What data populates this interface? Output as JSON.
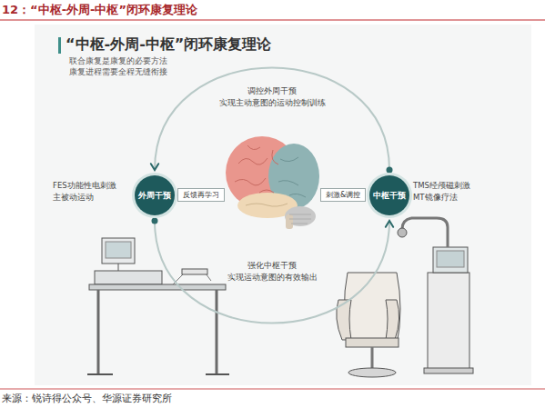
{
  "diagram": {
    "title": "12：“中枢-外周-中枢”闭环康复理论",
    "caption": "来源：锐诗得公众号、华源证券研究所",
    "nodes": [
      {
        "text": [
          "外周干预"
        ]
      },
      {
        "text": [
          "中枢干预"
        ]
      },
      {
        "text": [
          "反馈再学习"
        ]
      },
      {
        "text": [
          "刺激&调控"
        ]
      }
    ],
    "edges": [
      {
        "from": 1,
        "to": 0,
        "arrow": "to"
      },
      {
        "from": 0,
        "to": 1,
        "arrow": "to"
      }
    ],
    "labels": [
      "“中枢-外周-中枢”闭环康复理论",
      "联合康复是康复的必要方法",
      "康复进程需要全程无缝衔接",
      "调控外周干预",
      "实现主动意图的运动控制训练",
      "强化中枢干预",
      "实现运动意图的有效输出",
      "FES功能性电刺激",
      "主被动运动",
      "TMS经颅磁刺激",
      "MT镜像疗法"
    ]
  }
}
